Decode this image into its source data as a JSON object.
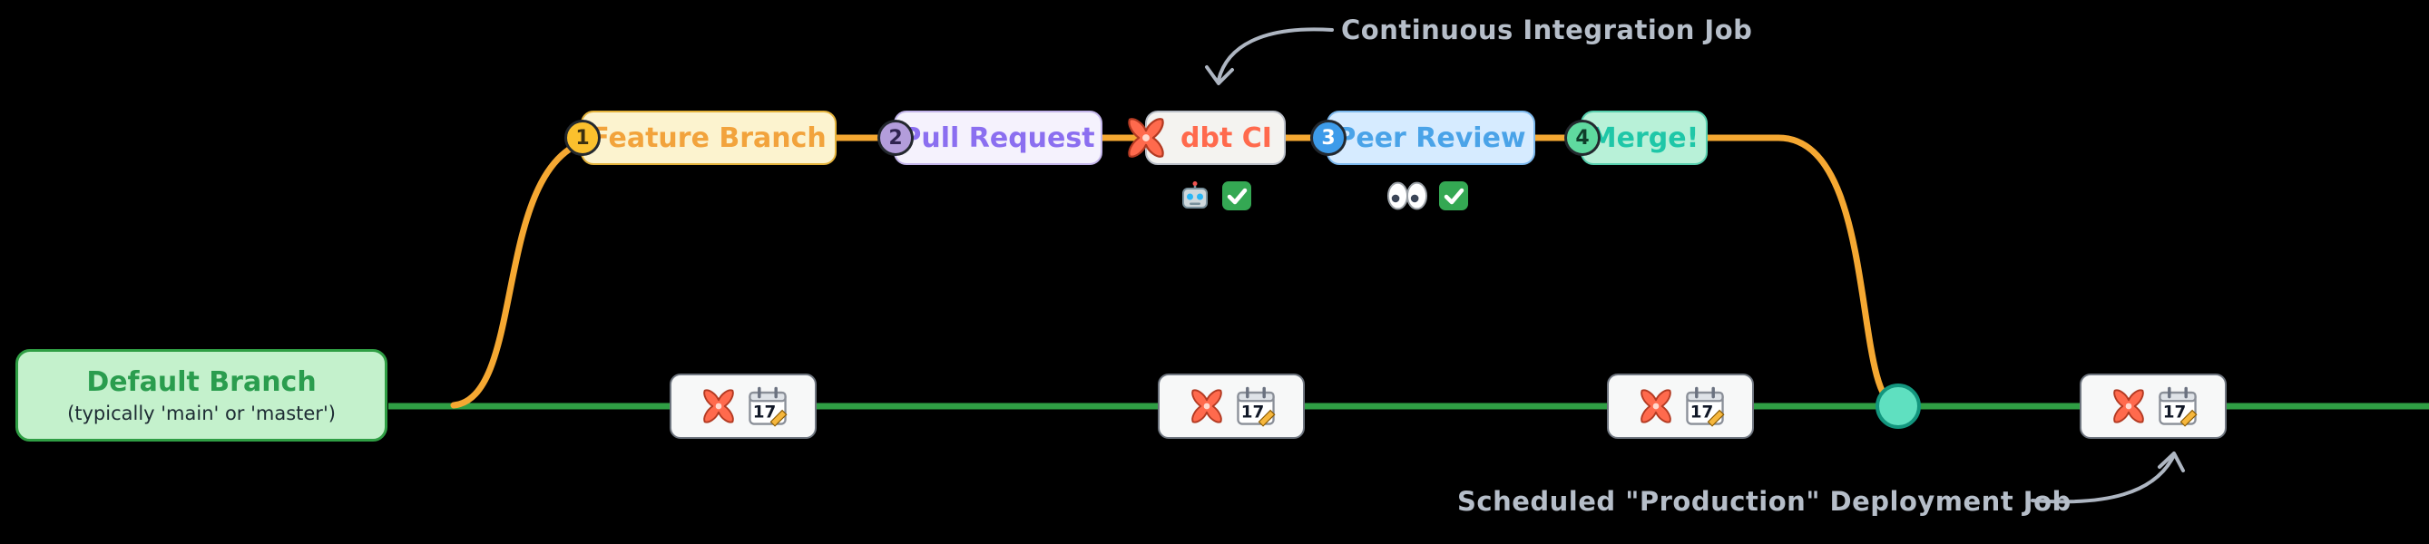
{
  "canvas": {
    "background": "#000000"
  },
  "annotations": {
    "ci_job": "Continuous Integration Job",
    "deploy_job": "Scheduled \"Production\" Deployment Job"
  },
  "default_branch": {
    "title": "Default Branch",
    "subtitle": "(typically 'main' or 'master')"
  },
  "flow": {
    "steps": [
      {
        "num": "1",
        "label": "Feature Branch"
      },
      {
        "num": "2",
        "label": "Pull Request"
      },
      {
        "num": "3",
        "label": "Peer Review"
      },
      {
        "num": "4",
        "label": "Merge!"
      }
    ],
    "ci_box": {
      "label": "dbt CI"
    },
    "ci_status_icons": [
      "robot-icon",
      "check-icon"
    ],
    "review_status_icons": [
      "eyes-icon",
      "check-icon"
    ]
  },
  "scheduled_job": {
    "calendar_day": "17",
    "box_count": 4,
    "icons": [
      "dbt-logo-icon",
      "calendar-icon"
    ]
  },
  "colors": {
    "background": "#000000",
    "main_branch_line": "#2f9e44",
    "feature_branch_line": "#f5a832",
    "annotation_text": "#b6bec9",
    "merge_dot": "#5fe0c0",
    "dbt_orange": "#ff6a4d",
    "step1_accent": "#f2a33c",
    "step2_accent": "#8b6ff0",
    "step3_accent": "#4aa3e8",
    "step4_accent": "#1fc7a8",
    "default_branch_green": "#2a9d4e"
  }
}
